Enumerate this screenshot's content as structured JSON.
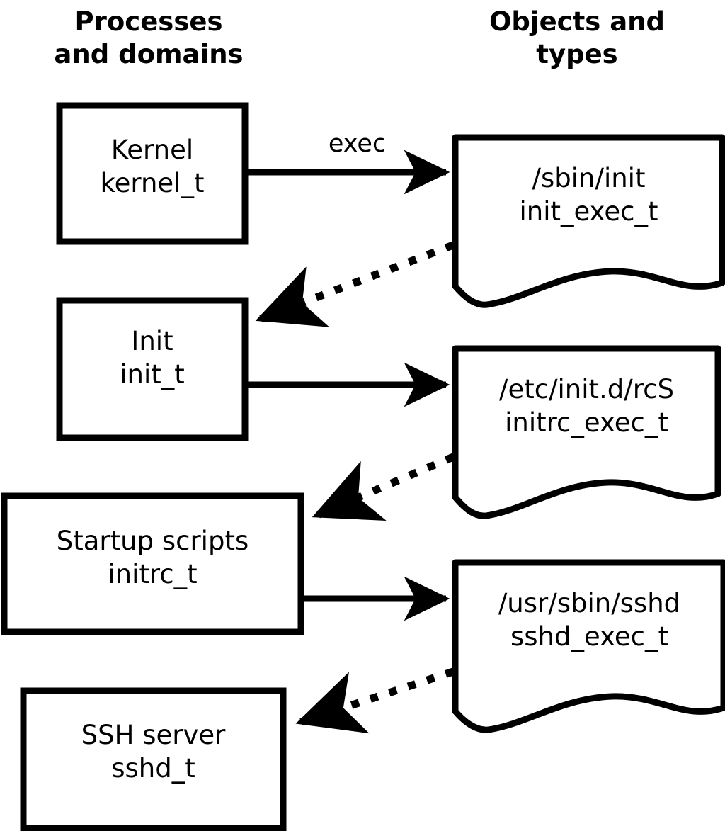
{
  "diagram": {
    "title_left": "Processes\nand domains",
    "headers": {
      "left_line1": "Processes",
      "left_line2": "and domains",
      "right_line1": "Objects and",
      "right_line2": "types"
    },
    "colors": {
      "stroke": "#000000",
      "fill": "#ffffff",
      "background": "#ffffff"
    },
    "processes": [
      {
        "name": "Kernel",
        "type": "kernel_t"
      },
      {
        "name": "Init",
        "type": "init_t"
      },
      {
        "name": "Startup scripts",
        "type": "initrc_t"
      },
      {
        "name": "SSH server",
        "type": "sshd_t"
      }
    ],
    "objects": [
      {
        "path": "/sbin/init",
        "type": "init_exec_t"
      },
      {
        "path": "/etc/init.d/rcS",
        "type": "initrc_exec_t"
      },
      {
        "path": "/usr/sbin/sshd",
        "type": "sshd_exec_t"
      }
    ],
    "edges": [
      {
        "label": "exec",
        "style": "solid",
        "from": "Kernel",
        "to": "/sbin/init"
      },
      {
        "label": "",
        "style": "dotted",
        "from": "/sbin/init",
        "to": "Init"
      },
      {
        "label": "",
        "style": "solid",
        "from": "Init",
        "to": "/etc/init.d/rcS"
      },
      {
        "label": "",
        "style": "dotted",
        "from": "/etc/init.d/rcS",
        "to": "Startup scripts"
      },
      {
        "label": "",
        "style": "solid",
        "from": "Startup scripts",
        "to": "/usr/sbin/sshd"
      },
      {
        "label": "",
        "style": "dotted",
        "from": "/usr/sbin/sshd",
        "to": "SSH server"
      }
    ],
    "exec_label": "exec"
  }
}
